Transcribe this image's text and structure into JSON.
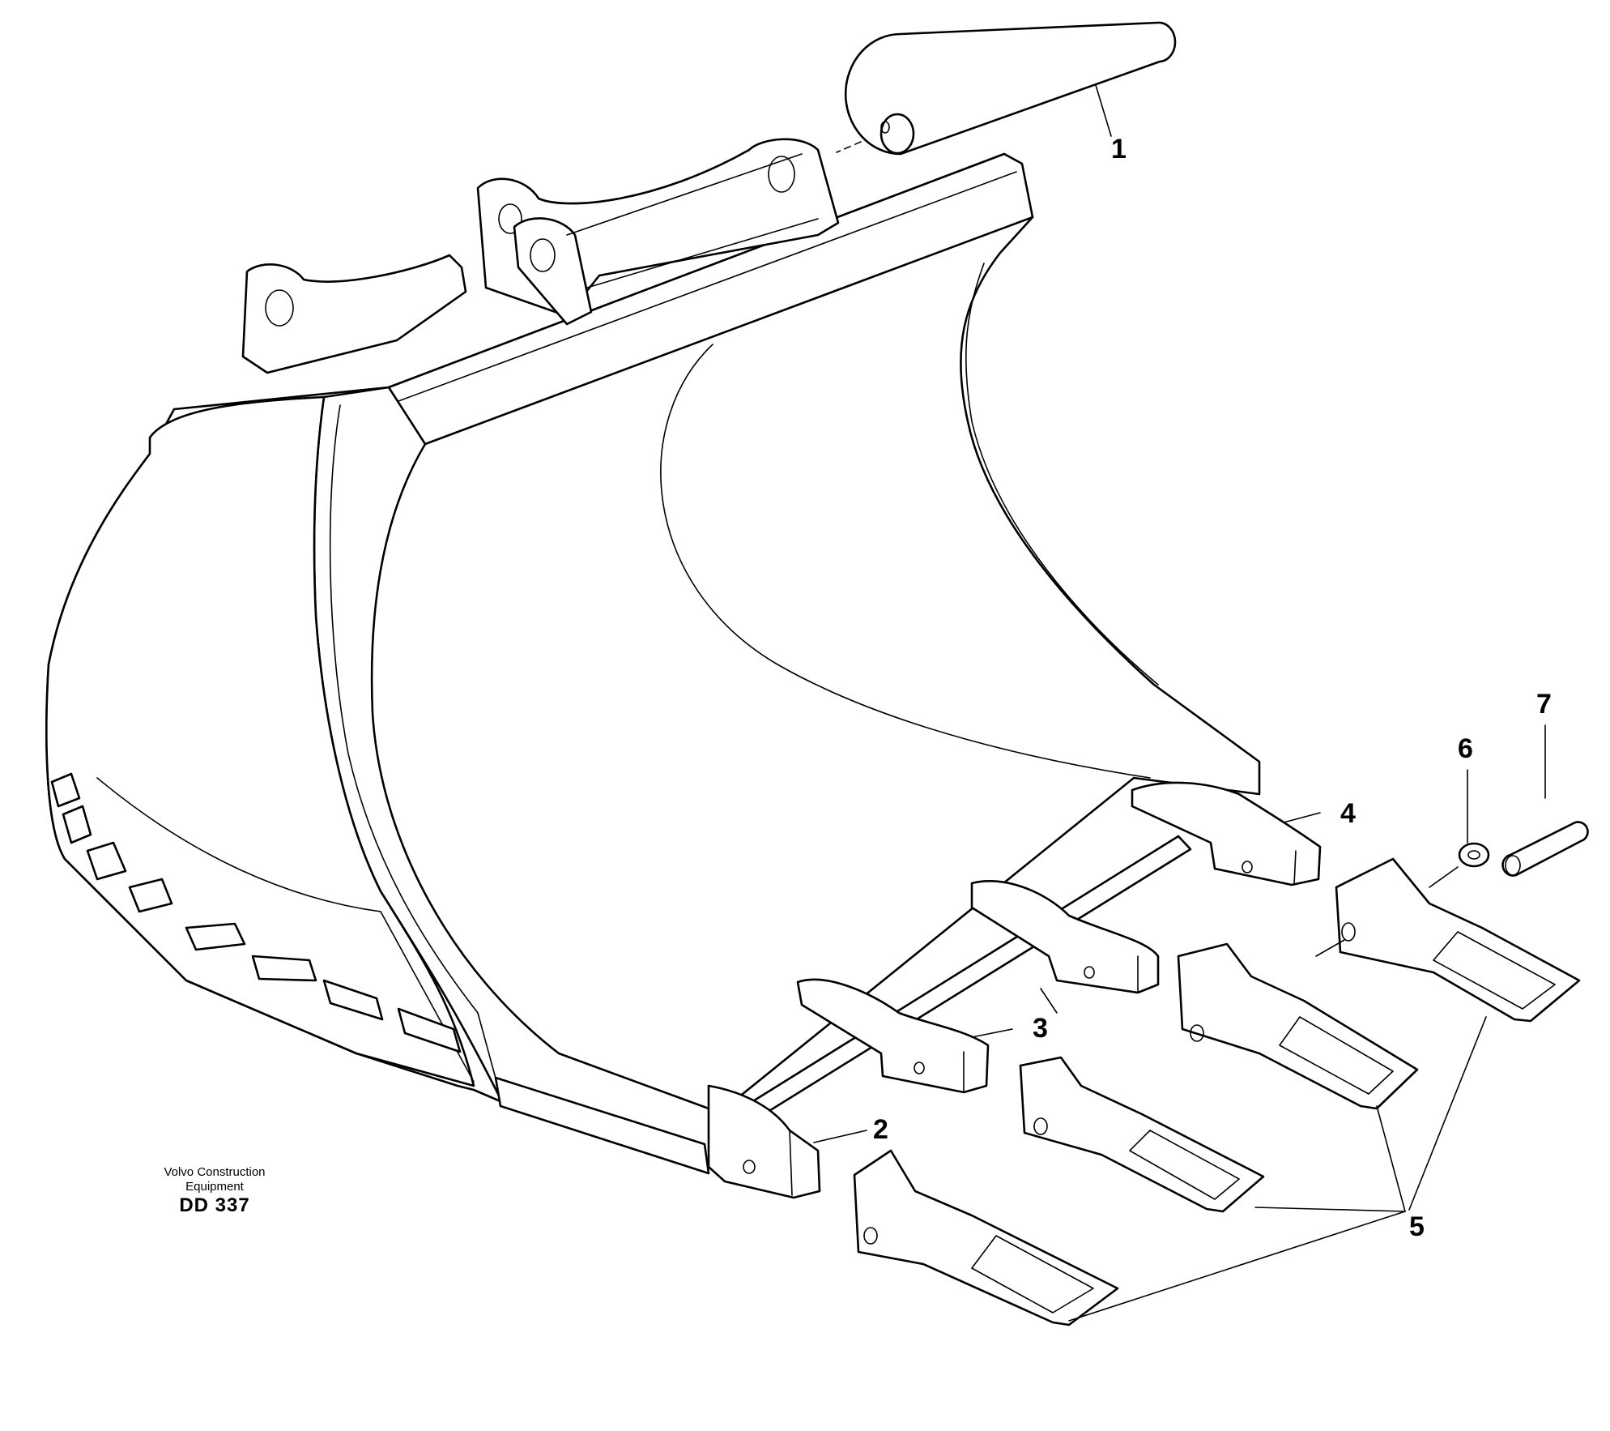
{
  "diagram": {
    "callouts": [
      {
        "id": "1",
        "label": "1"
      },
      {
        "id": "2",
        "label": "2"
      },
      {
        "id": "3",
        "label": "3"
      },
      {
        "id": "4",
        "label": "4"
      },
      {
        "id": "5",
        "label": "5"
      },
      {
        "id": "6",
        "label": "6"
      },
      {
        "id": "7",
        "label": "7"
      }
    ],
    "credit": {
      "line1": "Volvo Construction",
      "line2": "Equipment",
      "code": "DD 337"
    }
  }
}
